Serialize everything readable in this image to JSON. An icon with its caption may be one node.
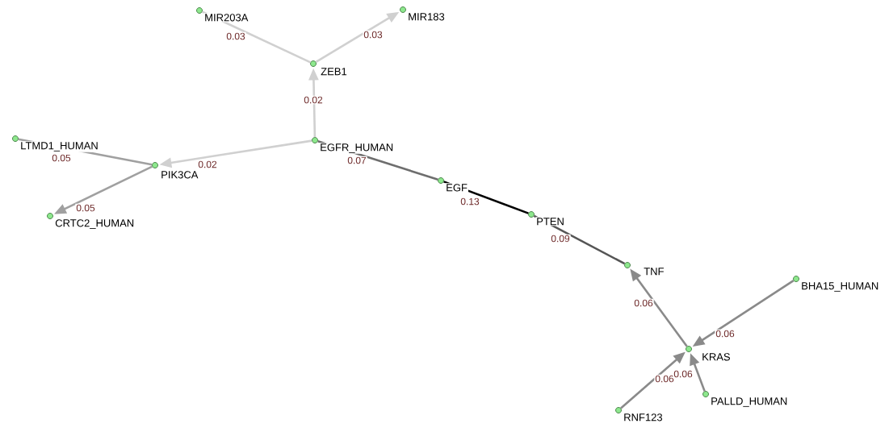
{
  "diagram": {
    "nodes": [
      {
        "text": [],
        "shape": "circle",
        "beside": [
          "MIR203A"
        ]
      },
      {
        "text": [],
        "shape": "circle",
        "beside": [
          "MIR183"
        ]
      },
      {
        "text": [],
        "shape": "circle",
        "beside": [
          "ZEB1"
        ]
      },
      {
        "text": [],
        "shape": "circle",
        "beside": [
          "LTMD1_HUMAN"
        ]
      },
      {
        "text": [],
        "shape": "circle",
        "beside": [
          "EGFR_HUMAN"
        ]
      },
      {
        "text": [],
        "shape": "circle",
        "beside": [
          "PIK3CA"
        ]
      },
      {
        "text": [],
        "shape": "circle",
        "beside": [
          "EGF"
        ]
      },
      {
        "text": [],
        "shape": "circle",
        "beside": [
          "CRTC2_HUMAN"
        ]
      },
      {
        "text": [],
        "shape": "circle",
        "beside": [
          "PTEN"
        ]
      },
      {
        "text": [],
        "shape": "circle",
        "beside": [
          "TNF"
        ]
      },
      {
        "text": [],
        "shape": "circle",
        "beside": [
          "BHA15_HUMAN"
        ]
      },
      {
        "text": [],
        "shape": "circle",
        "beside": [
          "KRAS"
        ]
      },
      {
        "text": [],
        "shape": "circle",
        "beside": [
          "RNF123"
        ]
      },
      {
        "text": [],
        "shape": "circle",
        "beside": [
          "PALLD_HUMAN"
        ]
      }
    ],
    "edges": [
      {
        "from": 0,
        "to": 2,
        "arrow": "none",
        "label": "0.03",
        "color": "#d0d0d0"
      },
      {
        "from": 2,
        "to": 1,
        "arrow": "to",
        "label": "0.03",
        "color": "#d0d0d0"
      },
      {
        "from": 4,
        "to": 2,
        "arrow": "to",
        "label": "0.02",
        "color": "#d0d0d0"
      },
      {
        "from": 4,
        "to": 5,
        "arrow": "to",
        "label": "0.02",
        "color": "#d0d0d0"
      },
      {
        "from": 3,
        "to": 5,
        "arrow": "none",
        "label": "0.05",
        "color": "#a0a0a0"
      },
      {
        "from": 5,
        "to": 7,
        "arrow": "to",
        "label": "0.05",
        "color": "#a0a0a0"
      },
      {
        "from": 4,
        "to": 6,
        "arrow": "none",
        "label": "0.07",
        "color": "#6e6e6e"
      },
      {
        "from": 6,
        "to": 8,
        "arrow": "none",
        "label": "0.13",
        "color": "#000000"
      },
      {
        "from": 8,
        "to": 9,
        "arrow": "none",
        "label": "0.09",
        "color": "#555555"
      },
      {
        "from": 11,
        "to": 9,
        "arrow": "to",
        "label": "0.06"
      },
      {
        "from": 10,
        "to": 11,
        "arrow": "to",
        "label": "0.06"
      },
      {
        "from": 12,
        "to": 11,
        "arrow": "to",
        "label": "0.06"
      },
      {
        "from": 13,
        "to": 11,
        "arrow": "to",
        "label": "0.06"
      }
    ]
  }
}
